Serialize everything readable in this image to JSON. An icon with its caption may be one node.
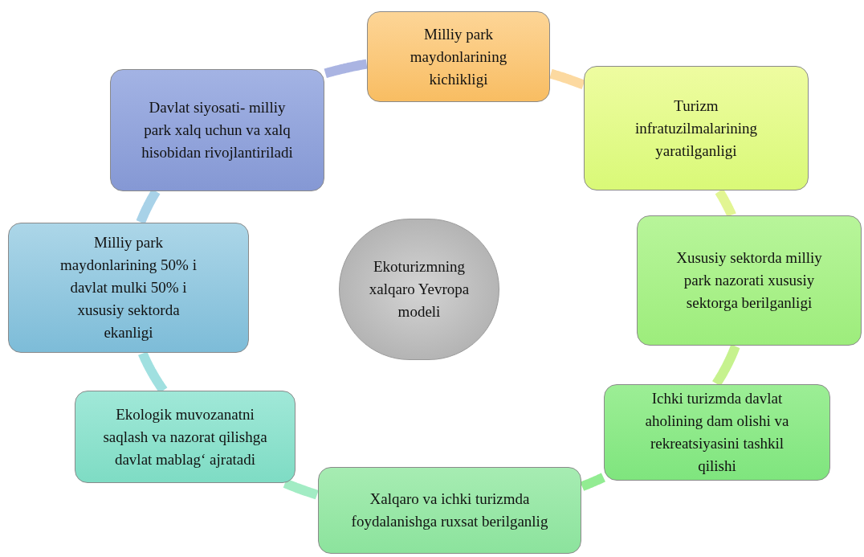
{
  "diagram": {
    "nodes": [
      {
        "text": [
          "Ekoturizmning xalqaro Yevropa modeli"
        ]
      },
      {
        "text": [
          "Milliy park maydonlarining kichikligi"
        ]
      },
      {
        "text": [
          "Turizm infratuzilmalarining yaratilganligi"
        ]
      },
      {
        "text": [
          "Xususiy sektorda milliy park nazorati xususiy sektorga berilganligi"
        ]
      },
      {
        "text": [
          "Ichki turizmda davlat aholining dam olishi va rekreatsiyasini tashkil qilishi"
        ]
      },
      {
        "text": [
          "Xalqaro va ichki turizmda foydalanishga ruxsat berilganlig"
        ]
      },
      {
        "text": [
          "Ekologik muvozanatni saqlash va nazorat qilishga davlat mablag‘ ajratadi"
        ]
      },
      {
        "text": [
          "Milliy park maydonlarining 50% i davlat mulki 50% i xususiy sektorda ekanligi"
        ]
      },
      {
        "text": [
          "Davlat siyosati- milliy park xalq uchun va xalq hisobidan rivojlantiriladi"
        ]
      }
    ],
    "edges": [
      {
        "from": 1,
        "to": 2,
        "arrow": "none",
        "color": "#fcd9a0"
      },
      {
        "from": 2,
        "to": 3,
        "arrow": "none",
        "color": "#e2f593"
      },
      {
        "from": 3,
        "to": 4,
        "arrow": "none",
        "color": "#c6f28e"
      },
      {
        "from": 4,
        "to": 5,
        "arrow": "none",
        "color": "#92ec92"
      },
      {
        "from": 5,
        "to": 6,
        "arrow": "none",
        "color": "#a2ecc4"
      },
      {
        "from": 6,
        "to": 7,
        "arrow": "none",
        "color": "#a0e0e0"
      },
      {
        "from": 7,
        "to": 8,
        "arrow": "none",
        "color": "#a8d2e8"
      },
      {
        "from": 8,
        "to": 1,
        "arrow": "none",
        "color": "#aab4e2"
      }
    ]
  }
}
